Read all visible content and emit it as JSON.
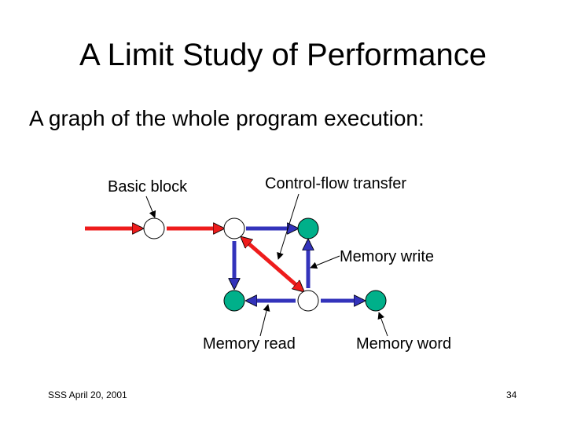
{
  "slide": {
    "title": "A Limit Study of Performance",
    "subtitle": "A graph of the whole program execution:"
  },
  "diagram": {
    "labels": {
      "basic_block": "Basic block",
      "control_flow_transfer": "Control-flow transfer",
      "memory_write": "Memory write",
      "memory_read": "Memory read",
      "memory_word": "Memory word"
    }
  },
  "colors": {
    "control_flow_edge": "#ee1c1c",
    "memory_edge": "#3333bb",
    "basic_block_node": "#ffffff",
    "memory_word_node": "#00b08a",
    "node_outline": "#000000"
  },
  "footer": {
    "left": "SSS April 20, 2001",
    "page_number": "34"
  }
}
